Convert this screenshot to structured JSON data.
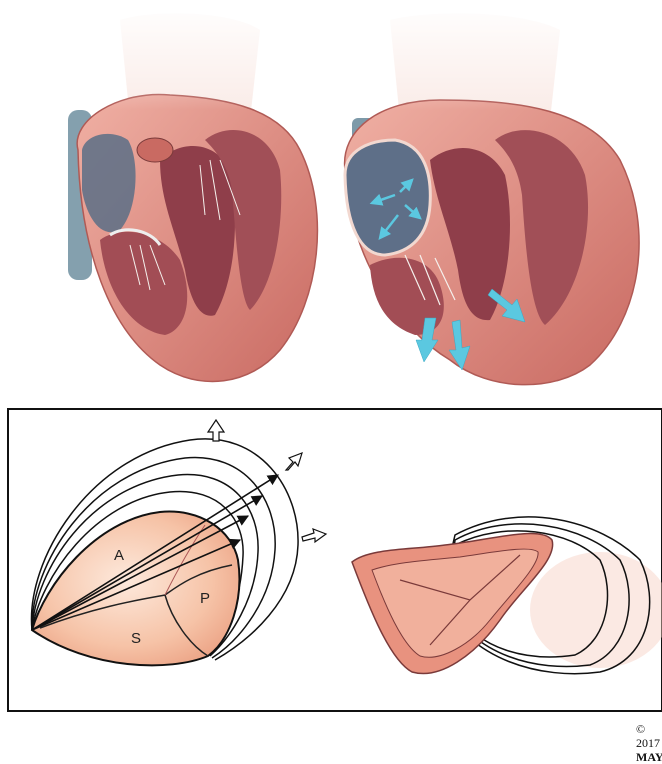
{
  "diagram": {
    "labels": {
      "anterior": "A",
      "posterior": "P",
      "septal": "S"
    }
  },
  "footer": {
    "copyright": "© 2017",
    "org": "MAYC"
  },
  "colors": {
    "arrow": "#5bc8e0",
    "myocardium": "#d9837a",
    "chamber": "#a9585a",
    "annulus": "#f2b8a0",
    "vessel": "#6a8a9a"
  }
}
